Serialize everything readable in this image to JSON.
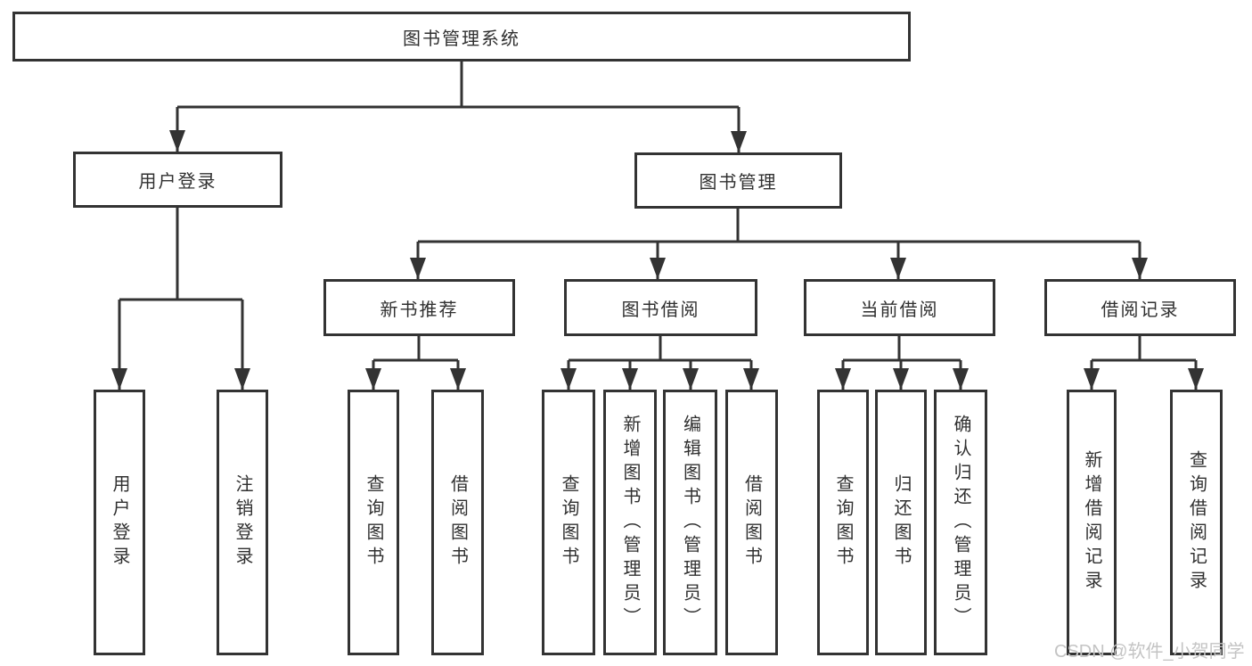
{
  "colors": {
    "line": "#333333",
    "box_border": "#333333",
    "text": "#303030",
    "watermark": "#c4c4c4",
    "background": "#ffffff"
  },
  "watermark": {
    "text": "CSDN @软件_小贺同学"
  },
  "tree": {
    "label": "图书管理系统",
    "children": [
      {
        "label": "用户登录",
        "children": [
          {
            "label": "用户登录"
          },
          {
            "label": "注销登录"
          }
        ]
      },
      {
        "label": "图书管理",
        "children": [
          {
            "label": "新书推荐",
            "children": [
              {
                "label": "查询图书"
              },
              {
                "label": "借阅图书"
              }
            ]
          },
          {
            "label": "图书借阅",
            "children": [
              {
                "label": "查询图书"
              },
              {
                "label": "新增图书（管理员）"
              },
              {
                "label": "编辑图书（管理员）"
              },
              {
                "label": "借阅图书"
              }
            ]
          },
          {
            "label": "当前借阅",
            "children": [
              {
                "label": "查询图书"
              },
              {
                "label": "归还图书"
              },
              {
                "label": "确认归还（管理员）"
              }
            ]
          },
          {
            "label": "借阅记录",
            "children": [
              {
                "label": "新增借阅记录"
              },
              {
                "label": "查询借阅记录"
              }
            ]
          }
        ]
      }
    ]
  }
}
